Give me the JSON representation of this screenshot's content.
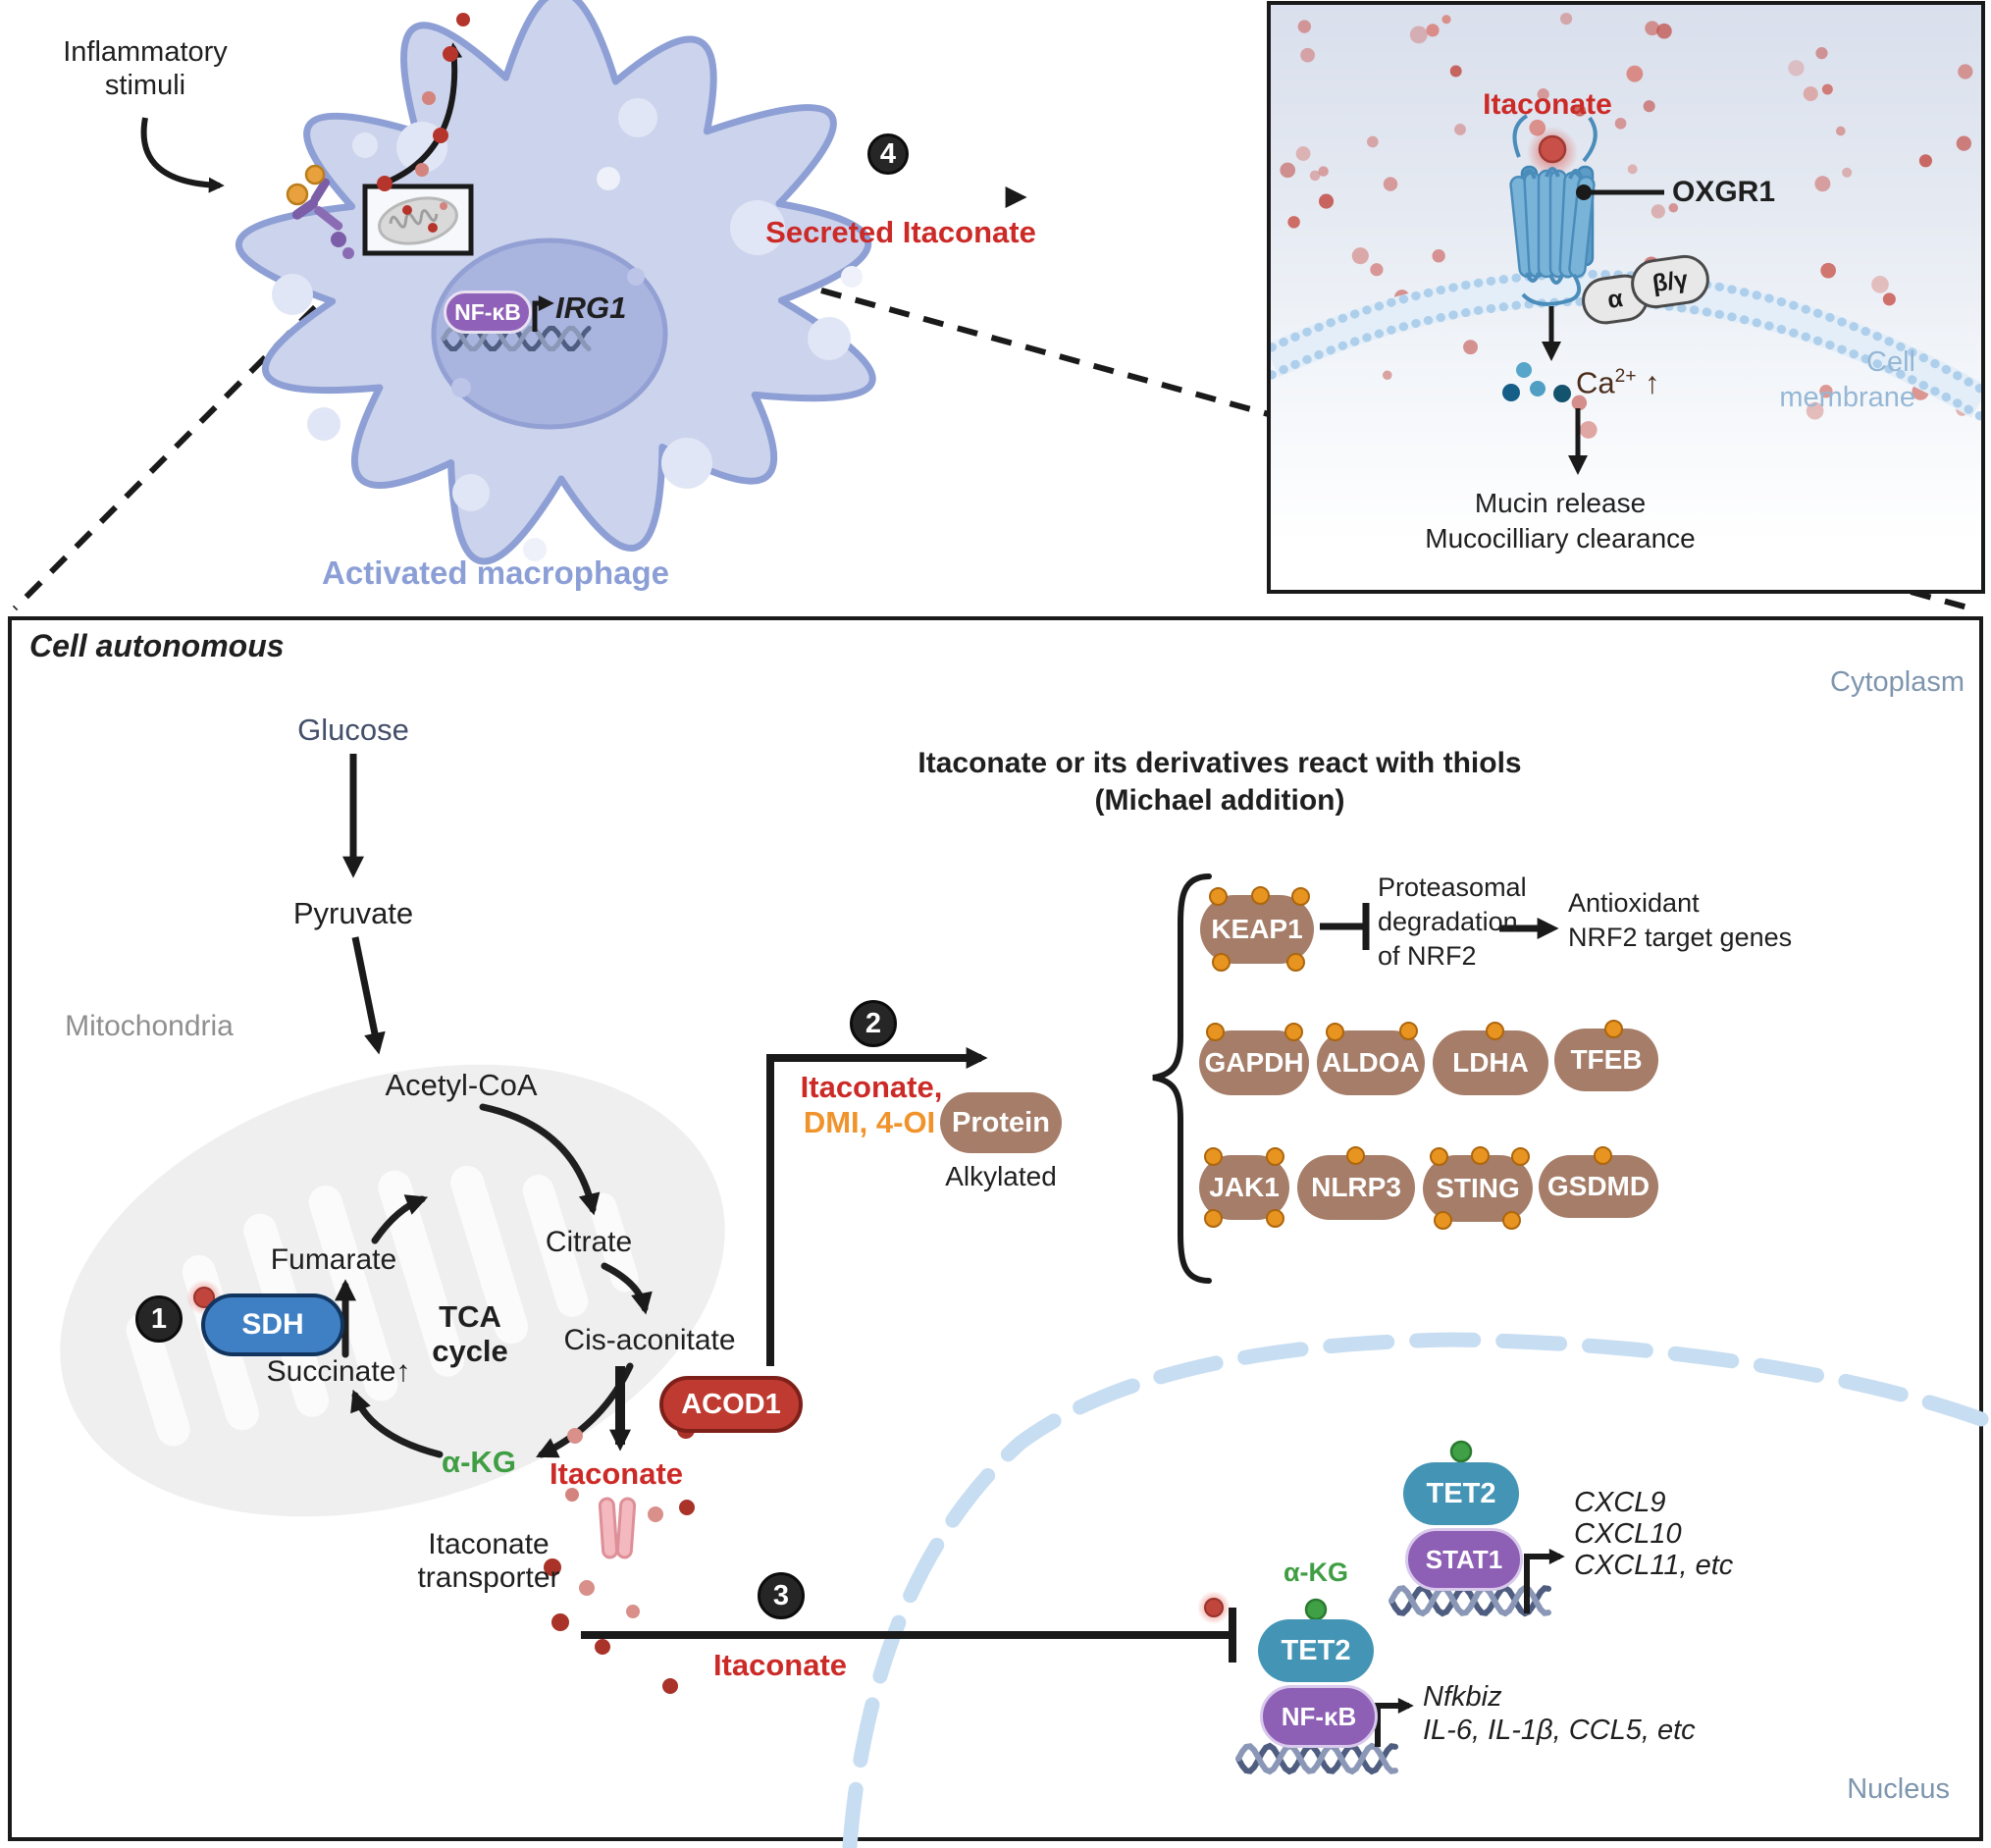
{
  "colors": {
    "itaconate_red": "#cc2a27",
    "derivative_orange": "#f0932b",
    "akg_green": "#3f9e44",
    "macrophage_blue": "#8b9fd6",
    "compartment_slate": "#7e95ae",
    "pill_brown": "#a57d68",
    "tet2_teal": "#4495b5",
    "tf_purple": "#8d5fb5",
    "sdh_blue": "#3f80c4",
    "acod1_red": "#bf3a30"
  },
  "macrophage_panel": {
    "stimuli_line1": "Inflammatory",
    "stimuli_line2": "stimuli",
    "nfkb": "NF-κB",
    "irg1": "IRG1",
    "cell_label": "Activated macrophage"
  },
  "secretion": {
    "step": "4",
    "label": "Secreted Itaconate"
  },
  "oxgr1_panel": {
    "itaconate": "Itaconate",
    "receptor": "OXGR1",
    "g_alpha": "α",
    "g_beta_gamma": "β/γ",
    "ca_base": "Ca",
    "ca_sup": "2+",
    "ca_arrow": "↑",
    "membrane_line1": "Cell",
    "membrane_line2": "membrane",
    "outcome_line1": "Mucin release",
    "outcome_line2": "Mucocilliary clearance"
  },
  "cell_autonomous": {
    "title": "Cell autonomous",
    "cytoplasm": "Cytoplasm",
    "nucleus": "Nucleus",
    "mitochondria": "Mitochondria",
    "glycolysis": {
      "glucose": "Glucose",
      "pyruvate": "Pyruvate",
      "acetyl_coa": "Acetyl-CoA"
    },
    "tca": {
      "step1": "1",
      "label_line1": "TCA",
      "label_line2": "cycle",
      "citrate": "Citrate",
      "cis_aconitate": "Cis-aconitate",
      "alpha_kg": "α-KG",
      "succinate": "Succinate",
      "succinate_arrow": "↑",
      "fumarate": "Fumarate",
      "sdh": "SDH",
      "acod1": "ACOD1",
      "itaconate": "Itaconate"
    },
    "transporter": {
      "line1": "Itaconate",
      "line2": "transporter"
    },
    "michael": {
      "step": "2",
      "substrates_line1": "Itaconate,",
      "substrates_line2": "DMI, 4-OI",
      "title_line1": "Itaconate or its derivatives react with thiols",
      "title_line2": "(Michael addition)",
      "protein": "Protein",
      "alkylated": "Alkylated",
      "keap1": "KEAP1",
      "keap1_effect_l1": "Proteasomal",
      "keap1_effect_l2": "degradation",
      "keap1_effect_l3": "of NRF2",
      "keap1_outcome_l1": "Antioxidant",
      "keap1_outcome_l2": "NRF2 target genes",
      "targets_row2": [
        "GAPDH",
        "ALDOA",
        "LDHA",
        "TFEB"
      ],
      "targets_row3": [
        "JAK1",
        "NLRP3",
        "STING",
        "GSDMD"
      ]
    },
    "nuclear": {
      "step": "3",
      "itaconate": "Itaconate",
      "alpha_kg": "α-KG",
      "tet2": "TET2",
      "nfkb": "NF-κB",
      "stat1": "STAT1",
      "nfkb_genes_l1": "Nfkbiz",
      "nfkb_genes_l2": "IL-6, IL-1β, CCL5, etc",
      "stat1_genes": [
        "CXCL9",
        "CXCL10",
        "CXCL11, etc"
      ]
    }
  }
}
